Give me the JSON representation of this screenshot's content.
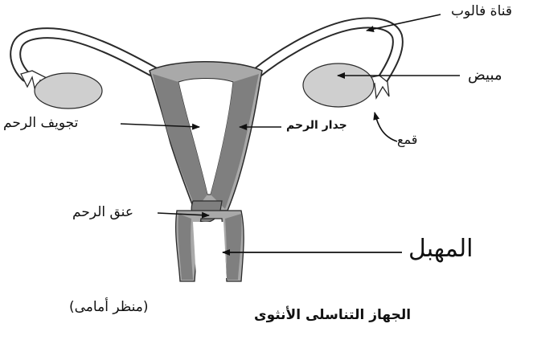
{
  "labels": {
    "fallopian_tube": "قناة فالوب",
    "ovary": "مبيض",
    "fimbriae": "قمع",
    "uterine_cavity": "تجويف الرحم",
    "uterine_wall": "جدار الرحم",
    "cervix": "عنق الرحم",
    "vagina": "المهبل",
    "view": "(منظر أمامى)",
    "title": "الجهاز التناسلى الأنثوى"
  },
  "colors": {
    "tissue_dark": "#7f7f7f",
    "tissue_mid": "#a9a9a9",
    "ovary": "#cfcfcf",
    "outline": "#2a2a2a",
    "background": "#ffffff"
  }
}
